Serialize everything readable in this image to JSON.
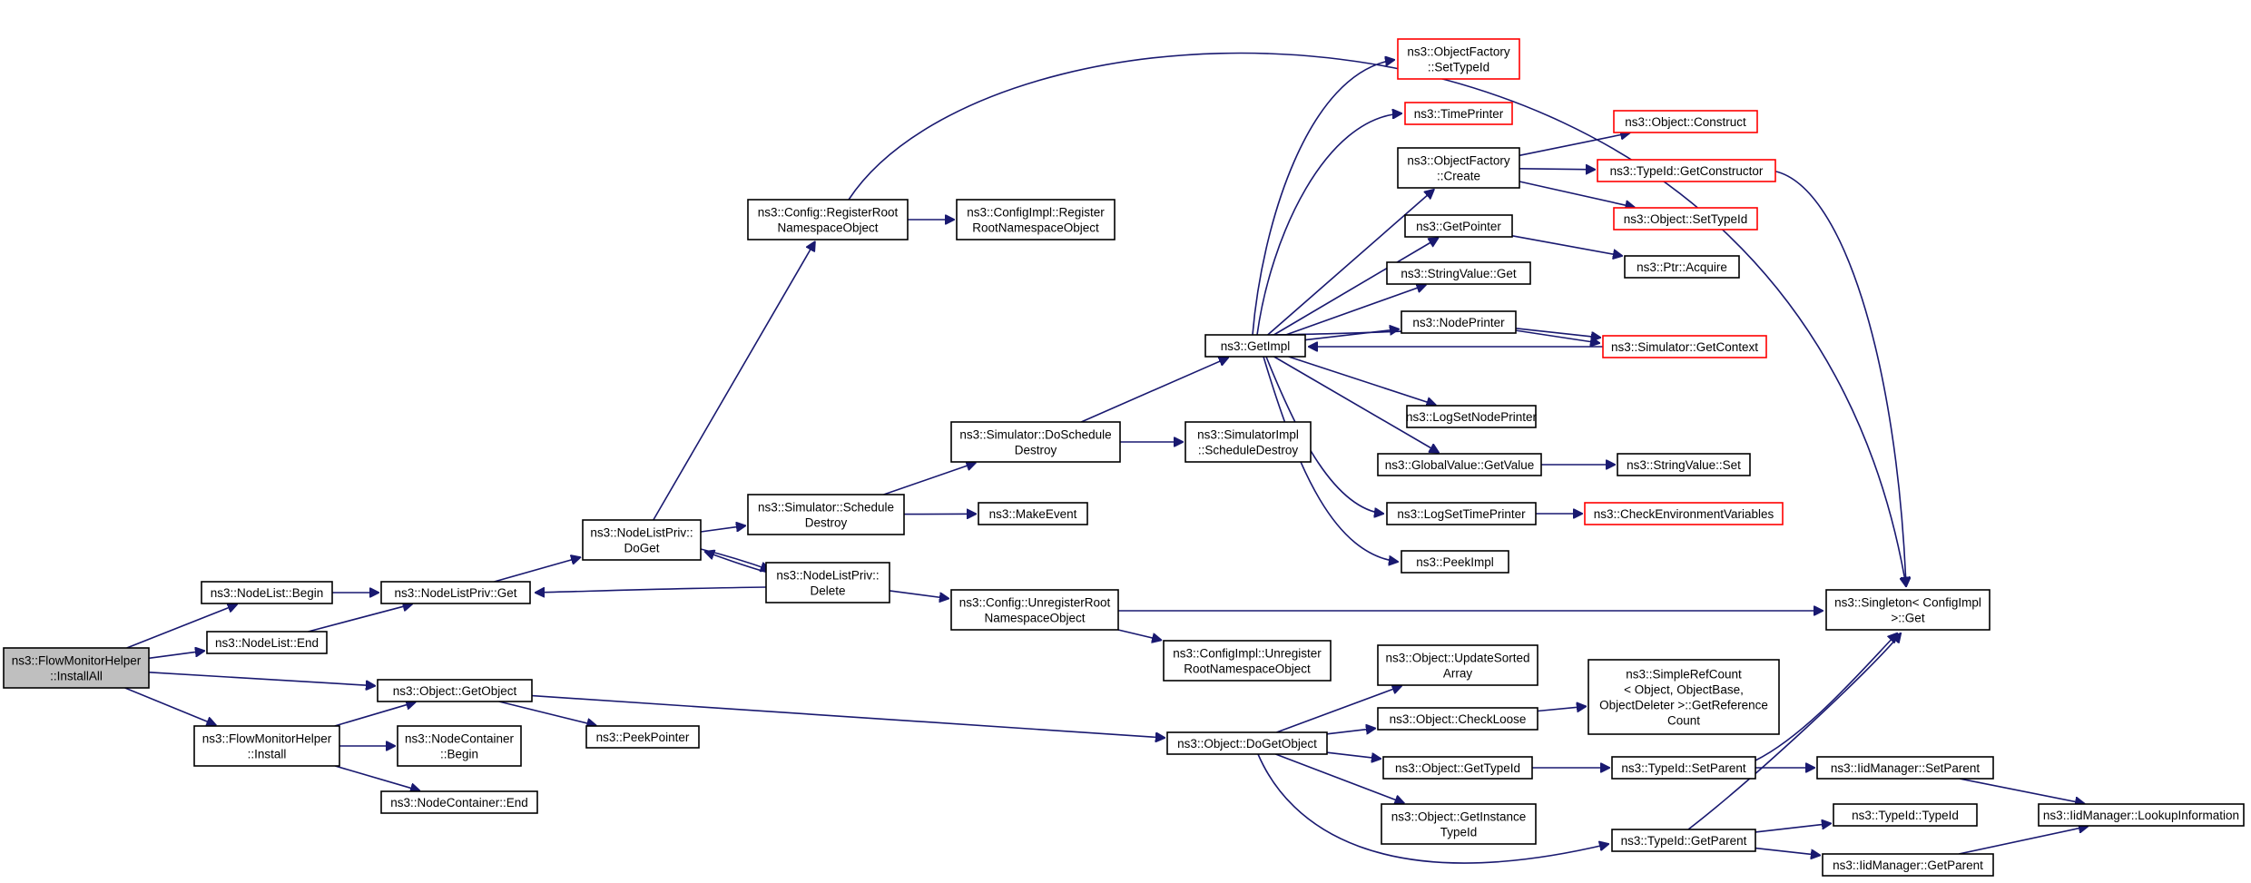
{
  "colors": {
    "edge": "#191970",
    "node_border": "#000000",
    "truncated_border": "#ff0000",
    "root_fill": "#bfbfbf",
    "node_fill": "#ffffff"
  },
  "nodes": {
    "root": {
      "lines": [
        "ns3::FlowMonitorHelper",
        "::InstallAll"
      ],
      "style": "root"
    },
    "nodelist_begin": {
      "lines": [
        "ns3::NodeList::Begin"
      ]
    },
    "nodelist_end": {
      "lines": [
        "ns3::NodeList::End"
      ]
    },
    "fmh_install": {
      "lines": [
        "ns3::FlowMonitorHelper",
        "::Install"
      ]
    },
    "object_getobject": {
      "lines": [
        "ns3::Object::GetObject"
      ]
    },
    "nodelistpriv_get": {
      "lines": [
        "ns3::NodeListPriv::Get"
      ]
    },
    "nodecontainer_begin": {
      "lines": [
        "ns3::NodeContainer",
        "::Begin"
      ]
    },
    "nodecontainer_end": {
      "lines": [
        "ns3::NodeContainer::End"
      ]
    },
    "peekpointer": {
      "lines": [
        "ns3::PeekPointer"
      ]
    },
    "nodelistpriv_doget": {
      "lines": [
        "ns3::NodeListPriv::",
        "DoGet"
      ]
    },
    "config_registerroot": {
      "lines": [
        "ns3::Config::RegisterRoot",
        "NamespaceObject"
      ]
    },
    "configimpl_registerroot": {
      "lines": [
        "ns3::ConfigImpl::Register",
        "RootNamespaceObject"
      ]
    },
    "simulator_scheduledestroy": {
      "lines": [
        "ns3::Simulator::Schedule",
        "Destroy"
      ]
    },
    "nodelistpriv_delete": {
      "lines": [
        "ns3::NodeListPriv::",
        "Delete"
      ]
    },
    "simulator_doscheduledestroy": {
      "lines": [
        "ns3::Simulator::DoSchedule",
        "Destroy"
      ]
    },
    "simulatorimpl_scheduledestroy": {
      "lines": [
        "ns3::SimulatorImpl",
        "::ScheduleDestroy"
      ]
    },
    "makeevent": {
      "lines": [
        "ns3::MakeEvent"
      ]
    },
    "config_unregisterroot": {
      "lines": [
        "ns3::Config::UnregisterRoot",
        "NamespaceObject"
      ]
    },
    "configimpl_unregisterroot": {
      "lines": [
        "ns3::ConfigImpl::Unregister",
        "RootNamespaceObject"
      ]
    },
    "object_dogetobject": {
      "lines": [
        "ns3::Object::DoGetObject"
      ]
    },
    "getimpl": {
      "lines": [
        "ns3::GetImpl"
      ]
    },
    "objectfactory_settypeid": {
      "lines": [
        "ns3::ObjectFactory",
        "::SetTypeId"
      ],
      "style": "truncated"
    },
    "timeprinter": {
      "lines": [
        "ns3::TimePrinter"
      ],
      "style": "truncated"
    },
    "objectfactory_create": {
      "lines": [
        "ns3::ObjectFactory",
        "::Create"
      ]
    },
    "getpointer": {
      "lines": [
        "ns3::GetPointer"
      ]
    },
    "stringvalue_get": {
      "lines": [
        "ns3::StringValue::Get"
      ]
    },
    "nodeprinter": {
      "lines": [
        "ns3::NodePrinter"
      ]
    },
    "logsetnodeprinter": {
      "lines": [
        "ns3::LogSetNodePrinter"
      ]
    },
    "globalvalue_getvalue": {
      "lines": [
        "ns3::GlobalValue::GetValue"
      ]
    },
    "logsettimeprinter": {
      "lines": [
        "ns3::LogSetTimePrinter"
      ]
    },
    "peekimpl": {
      "lines": [
        "ns3::PeekImpl"
      ]
    },
    "object_updatesorted": {
      "lines": [
        "ns3::Object::UpdateSorted",
        "Array"
      ]
    },
    "object_checkloose": {
      "lines": [
        "ns3::Object::CheckLoose"
      ]
    },
    "object_gettypeid": {
      "lines": [
        "ns3::Object::GetTypeId"
      ]
    },
    "object_getinstancetypeid": {
      "lines": [
        "ns3::Object::GetInstance",
        "TypeId"
      ]
    },
    "object_construct": {
      "lines": [
        "ns3::Object::Construct"
      ],
      "style": "truncated"
    },
    "typeid_getconstructor": {
      "lines": [
        "ns3::TypeId::GetConstructor"
      ],
      "style": "truncated"
    },
    "object_settypeid": {
      "lines": [
        "ns3::Object::SetTypeId"
      ],
      "style": "truncated"
    },
    "ptr_acquire": {
      "lines": [
        "ns3::Ptr::Acquire"
      ]
    },
    "simulator_getcontext": {
      "lines": [
        "ns3::Simulator::GetContext"
      ],
      "style": "truncated"
    },
    "stringvalue_set": {
      "lines": [
        "ns3::StringValue::Set"
      ]
    },
    "checkenvvars": {
      "lines": [
        "ns3::CheckEnvironmentVariables"
      ],
      "style": "truncated"
    },
    "simplerefcount": {
      "lines": [
        "ns3::SimpleRefCount",
        "< Object, ObjectBase,",
        "ObjectDeleter >::GetReference",
        "Count"
      ]
    },
    "typeid_setparent": {
      "lines": [
        "ns3::TypeId::SetParent"
      ]
    },
    "typeid_getparent": {
      "lines": [
        "ns3::TypeId::GetParent"
      ]
    },
    "singleton_get": {
      "lines": [
        "ns3::Singleton< ConfigImpl",
        " >::Get"
      ]
    },
    "iidmanager_setparent": {
      "lines": [
        "ns3::IidManager::SetParent"
      ]
    },
    "typeid_typeid": {
      "lines": [
        "ns3::TypeId::TypeId"
      ]
    },
    "iidmanager_getparent": {
      "lines": [
        "ns3::IidManager::GetParent"
      ]
    },
    "iidmanager_lookup": {
      "lines": [
        "ns3::IidManager::LookupInformation"
      ]
    }
  },
  "edges": [
    [
      "root",
      "nodelist_begin"
    ],
    [
      "root",
      "nodelist_end"
    ],
    [
      "root",
      "object_getobject"
    ],
    [
      "root",
      "fmh_install"
    ],
    [
      "nodelist_begin",
      "nodelistpriv_get"
    ],
    [
      "nodelist_end",
      "nodelistpriv_get"
    ],
    [
      "fmh_install",
      "object_getobject"
    ],
    [
      "fmh_install",
      "nodecontainer_begin"
    ],
    [
      "fmh_install",
      "nodecontainer_end"
    ],
    [
      "object_getobject",
      "peekpointer"
    ],
    [
      "object_getobject",
      "object_dogetobject"
    ],
    [
      "nodelistpriv_get",
      "nodelistpriv_doget"
    ],
    [
      "nodelistpriv_doget",
      "config_registerroot"
    ],
    [
      "nodelistpriv_doget",
      "simulator_scheduledestroy"
    ],
    [
      "nodelistpriv_doget",
      "nodelistpriv_delete"
    ],
    [
      "nodelistpriv_delete",
      "nodelistpriv_doget"
    ],
    [
      "nodelistpriv_delete",
      "nodelistpriv_get"
    ],
    [
      "nodelistpriv_delete",
      "config_unregisterroot"
    ],
    [
      "config_registerroot",
      "configimpl_registerroot"
    ],
    [
      "config_registerroot",
      "singleton_get"
    ],
    [
      "simulator_scheduledestroy",
      "simulator_doscheduledestroy"
    ],
    [
      "simulator_scheduledestroy",
      "makeevent"
    ],
    [
      "simulator_doscheduledestroy",
      "getimpl"
    ],
    [
      "simulator_doscheduledestroy",
      "simulatorimpl_scheduledestroy"
    ],
    [
      "config_unregisterroot",
      "configimpl_unregisterroot"
    ],
    [
      "config_unregisterroot",
      "singleton_get"
    ],
    [
      "getimpl",
      "objectfactory_settypeid"
    ],
    [
      "getimpl",
      "timeprinter"
    ],
    [
      "getimpl",
      "objectfactory_create"
    ],
    [
      "getimpl",
      "getpointer"
    ],
    [
      "getimpl",
      "stringvalue_get"
    ],
    [
      "getimpl",
      "nodeprinter"
    ],
    [
      "getimpl",
      "simulator_getcontext"
    ],
    [
      "getimpl",
      "logsetnodeprinter"
    ],
    [
      "getimpl",
      "globalvalue_getvalue"
    ],
    [
      "getimpl",
      "logsettimeprinter"
    ],
    [
      "getimpl",
      "peekimpl"
    ],
    [
      "simulator_getcontext",
      "getimpl"
    ],
    [
      "objectfactory_create",
      "object_construct"
    ],
    [
      "objectfactory_create",
      "typeid_getconstructor"
    ],
    [
      "objectfactory_create",
      "object_settypeid"
    ],
    [
      "getpointer",
      "ptr_acquire"
    ],
    [
      "nodeprinter",
      "simulator_getcontext"
    ],
    [
      "globalvalue_getvalue",
      "stringvalue_set"
    ],
    [
      "logsettimeprinter",
      "checkenvvars"
    ],
    [
      "typeid_getconstructor",
      "singleton_get"
    ],
    [
      "object_dogetobject",
      "object_updatesorted"
    ],
    [
      "object_dogetobject",
      "object_checkloose"
    ],
    [
      "object_dogetobject",
      "object_gettypeid"
    ],
    [
      "object_dogetobject",
      "object_getinstancetypeid"
    ],
    [
      "object_dogetobject",
      "typeid_getparent"
    ],
    [
      "object_checkloose",
      "simplerefcount"
    ],
    [
      "object_gettypeid",
      "typeid_setparent"
    ],
    [
      "typeid_setparent",
      "singleton_get"
    ],
    [
      "typeid_setparent",
      "iidmanager_setparent"
    ],
    [
      "typeid_getparent",
      "singleton_get"
    ],
    [
      "typeid_getparent",
      "typeid_typeid"
    ],
    [
      "typeid_getparent",
      "iidmanager_getparent"
    ],
    [
      "iidmanager_setparent",
      "iidmanager_lookup"
    ],
    [
      "iidmanager_getparent",
      "iidmanager_lookup"
    ]
  ]
}
